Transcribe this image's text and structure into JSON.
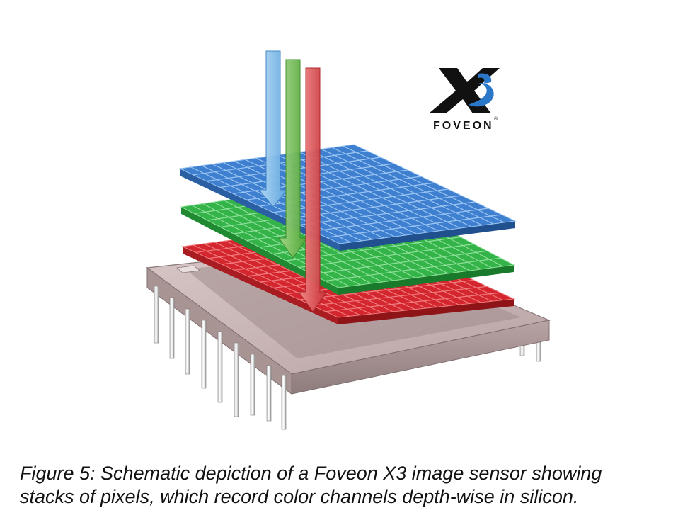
{
  "logo": {
    "wordmark": "FOVEON",
    "registered_mark": "®",
    "mark_icon": "x3-logo-icon"
  },
  "caption": {
    "line1": "Figure 5: Schematic depiction of a Foveon X3 image sensor showing",
    "line2": "stacks of pixels, which record color channels depth-wise in silicon."
  },
  "colors": {
    "blue_layer": "#3f7fd0",
    "green_layer": "#34b349",
    "red_layer": "#d4262e",
    "chip_body": "#c4b0b0",
    "blue_arrow": "#8fc6ef",
    "green_arrow": "#7ac25a",
    "red_arrow": "#e8595a",
    "logo_swoosh": "#2b78c9"
  }
}
